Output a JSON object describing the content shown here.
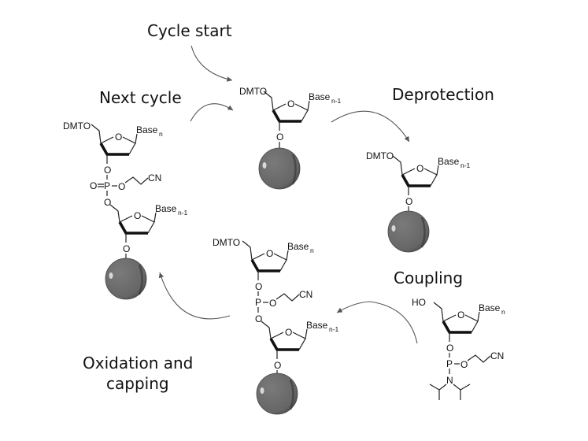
{
  "title": "Oligonucleotide synthesis cycle",
  "steps": {
    "cycle_start": "Cycle start",
    "next_cycle": "Next cycle",
    "deprotection": "Deprotection",
    "coupling": "Coupling",
    "oxidation_line1": "Oxidation and",
    "oxidation_line2": "capping"
  },
  "chem": {
    "dmto": "DMTO",
    "ho": "HO",
    "base": "Base",
    "sub_n": "n",
    "sub_n1": "n-1",
    "o": "O",
    "p": "P",
    "n_atom": "N",
    "cn": "CN",
    "o_double": "O="
  },
  "colors": {
    "bead": "#6b6b6b",
    "bead_edge": "#3a3a3a",
    "arrow": "#555555"
  }
}
